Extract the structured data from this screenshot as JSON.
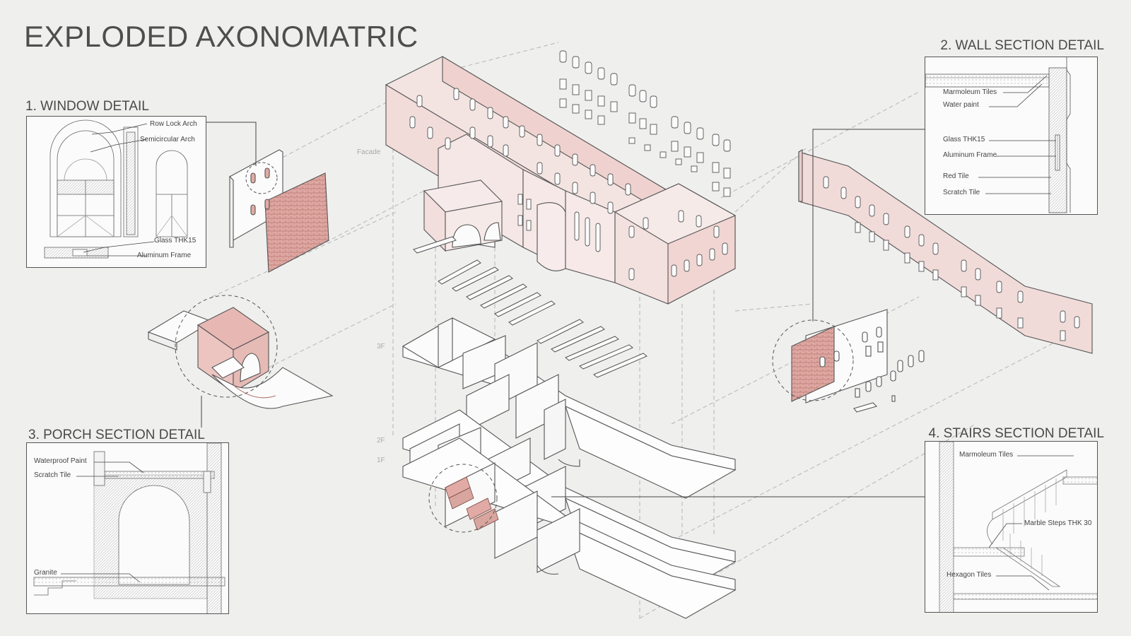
{
  "title": "EXPLODED AXONOMATRIC",
  "sections": {
    "window": "1. WINDOW DETAIL",
    "wall": "2. WALL SECTION DETAIL",
    "porch": "3. PORCH SECTION DETAIL",
    "stairs": "4. STAIRS SECTION DETAIL"
  },
  "window_annotations": [
    "Row Lock Arch",
    "Semicircular Arch",
    "Glass THK15",
    "Aluminum Frame"
  ],
  "wall_annotations": [
    "Marmoleum Tiles",
    "Water paint",
    "Glass THK15",
    "Aluminum Frame",
    "Red Tile",
    "Scratch Tile"
  ],
  "porch_annotations": [
    "Waterproof Paint",
    "Scratch Tile",
    "Granite"
  ],
  "stairs_annotations": [
    "Marmoleum Tiles",
    "Marble Steps THK 30",
    "Hexagon Tiles"
  ],
  "floor_labels": {
    "facade": "Facade",
    "f3": "3F",
    "f2": "2F",
    "f1": "1F"
  },
  "colors": {
    "accent": "#e9c9c6",
    "accent_dark": "#d9a59f",
    "line": "#555555",
    "background": "#efefee"
  }
}
